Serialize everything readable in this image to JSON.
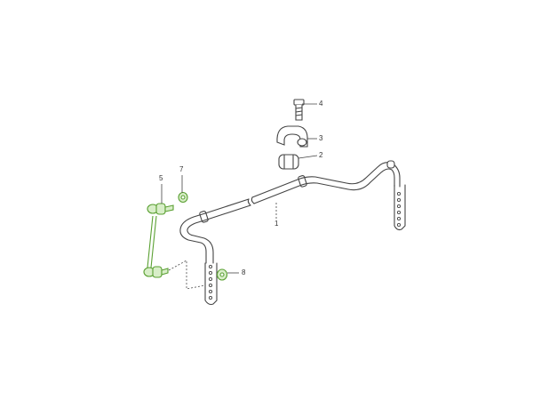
{
  "diagram": {
    "type": "exploded-parts-diagram",
    "subject": "anti-roll bar (stabilizer bar) assembly",
    "highlight_color": "#7ac142",
    "line_color": "#444444",
    "callouts": [
      {
        "number": "1",
        "part": "stabilizer bar"
      },
      {
        "number": "2",
        "part": "bushing"
      },
      {
        "number": "3",
        "part": "bracket"
      },
      {
        "number": "4",
        "part": "bolt"
      },
      {
        "number": "5",
        "part": "link"
      },
      {
        "number": "7",
        "part": "nut"
      },
      {
        "number": "8",
        "part": "nut"
      }
    ]
  }
}
